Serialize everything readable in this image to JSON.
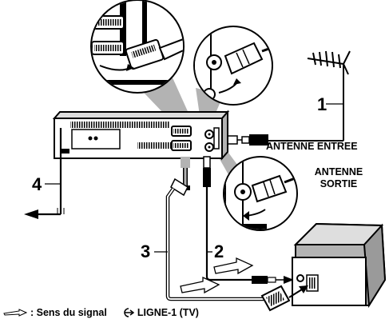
{
  "labels": {
    "antenna_cable_number": "1",
    "output_cable_number": "2",
    "scart_cable_number": "3",
    "power_cable_number": "4",
    "antenna_in": "ANTENNE ENTREE",
    "antenna_out_line1": "ANTENNE",
    "antenna_out_line2": "SORTIE"
  },
  "legend": {
    "signal_direction": ": Sens du signal",
    "line1_tv": "LIGNE-1 (TV)"
  },
  "icons": {
    "signal_arrow": "hollow-right-arrow-icon",
    "line_input": "scart-input-icon"
  },
  "colors": {
    "ink": "#000000",
    "gray": "#b3b3b3",
    "light_gray": "#dedede",
    "paper": "#ffffff"
  }
}
